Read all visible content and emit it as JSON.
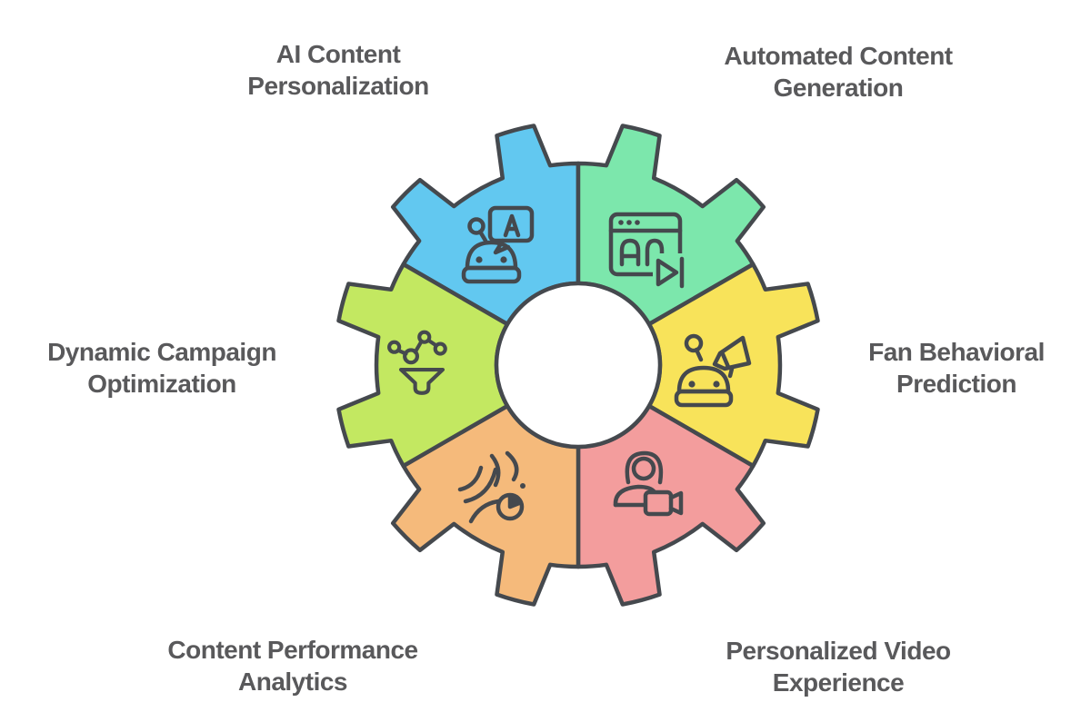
{
  "diagram_type": "gear-segments-infographic",
  "background_color": "#ffffff",
  "outline_color": "#45494E",
  "text_color": "#59595B",
  "hub": {
    "shape": "circle",
    "fill": "#ffffff"
  },
  "segments": [
    {
      "id": "ai-content-personalization",
      "position": "top-left",
      "label_line1": "AI Content",
      "label_line2": "Personalization",
      "color": "#62C8F0",
      "icon": "robot-chat-icon"
    },
    {
      "id": "automated-content-generation",
      "position": "top-right",
      "label_line1": "Automated Content",
      "label_line2": "Generation",
      "color": "#7CE7AC",
      "icon": "browser-generation-icon"
    },
    {
      "id": "fan-behavioral-prediction",
      "position": "right",
      "label_line1": "Fan Behavioral",
      "label_line2": "Prediction",
      "color": "#F8E35A",
      "icon": "robot-megaphone-icon"
    },
    {
      "id": "personalized-video-experience",
      "position": "bottom-right",
      "label_line1": "Personalized Video",
      "label_line2": "Experience",
      "color": "#F39D9D",
      "icon": "person-video-icon"
    },
    {
      "id": "content-performance-analytics",
      "position": "bottom-left",
      "label_line1": "Content Performance",
      "label_line2": "Analytics",
      "color": "#F5BA7B",
      "icon": "speed-analytics-icon"
    },
    {
      "id": "dynamic-campaign-optimization",
      "position": "left",
      "label_line1": "Dynamic Campaign",
      "label_line2": "Optimization",
      "color": "#C3E861",
      "icon": "funnel-network-icon"
    }
  ]
}
